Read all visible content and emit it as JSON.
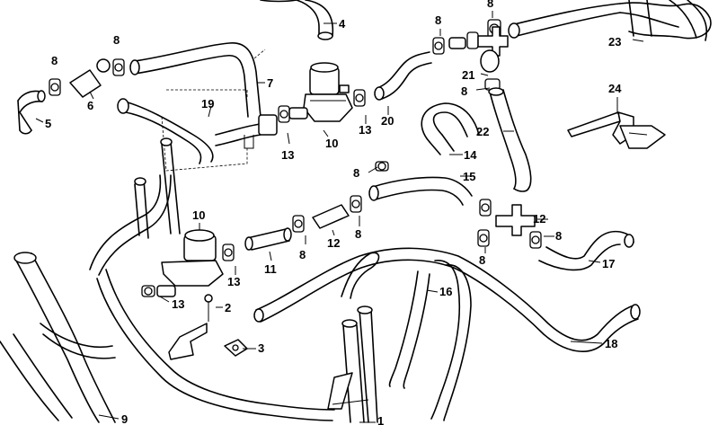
{
  "diagram": {
    "callouts": [
      "1",
      "2",
      "3",
      "4",
      "5",
      "6",
      "7",
      "8",
      "9",
      "10",
      "11",
      "12",
      "13",
      "14",
      "15",
      "16",
      "17",
      "18",
      "19",
      "20",
      "21",
      "22",
      "23",
      "24"
    ]
  },
  "colors": {
    "line": "#000000",
    "background": "#ffffff"
  }
}
